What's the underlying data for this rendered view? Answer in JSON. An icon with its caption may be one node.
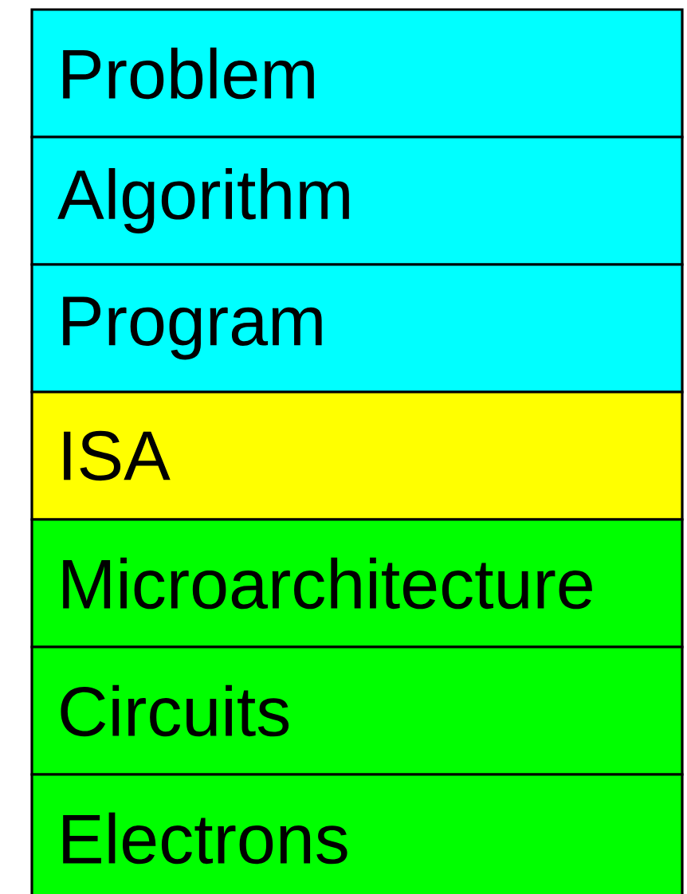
{
  "diagram": {
    "nodes": [
      {
        "text": [
          "Problem"
        ]
      },
      {
        "text": [
          "Algorithm"
        ]
      },
      {
        "text": [
          "Program"
        ]
      },
      {
        "text": [
          "ISA"
        ]
      },
      {
        "text": [
          "Microarchitecture"
        ]
      },
      {
        "text": [
          "Circuits"
        ]
      },
      {
        "text": [
          "Electrons"
        ]
      }
    ]
  }
}
